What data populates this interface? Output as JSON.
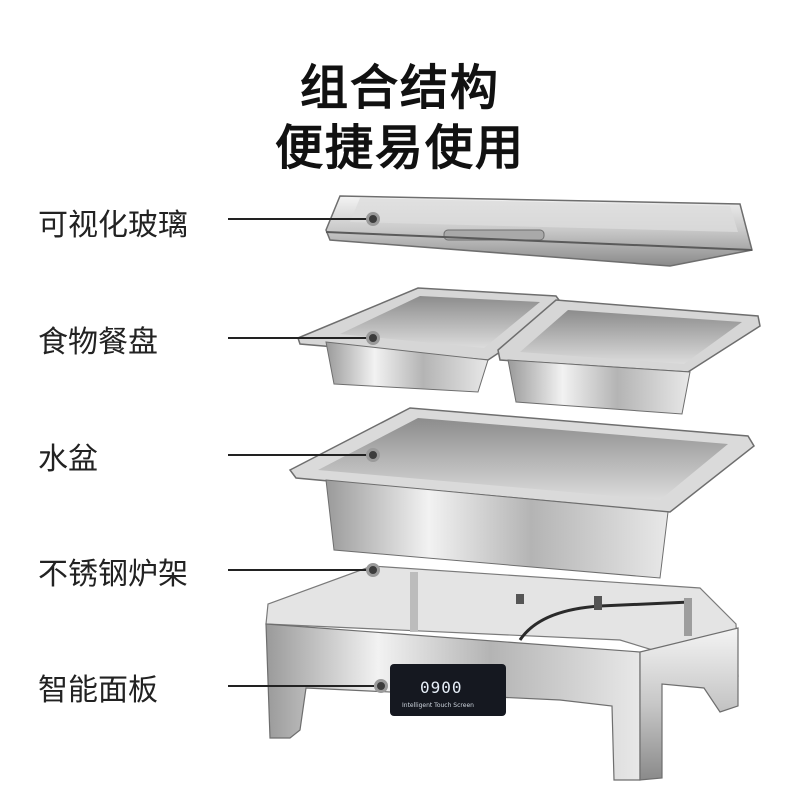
{
  "headline": {
    "line1": "组合结构",
    "line2": "便捷易使用"
  },
  "parts": [
    {
      "label": "可视化玻璃"
    },
    {
      "label": "食物餐盘"
    },
    {
      "label": "水盆"
    },
    {
      "label": "不锈钢炉架"
    },
    {
      "label": "智能面板"
    }
  ],
  "control_panel": {
    "display": "0900",
    "caption": "Intelligent Touch Screen"
  },
  "colors": {
    "text": "#111111",
    "steel_light": "#eeeeee",
    "steel_mid": "#b9b9b9",
    "steel_dark": "#7d7d7d",
    "panel_bg": "#151820",
    "panel_icon_blue": "#3a78d8",
    "panel_icon_red": "#d8323a"
  }
}
